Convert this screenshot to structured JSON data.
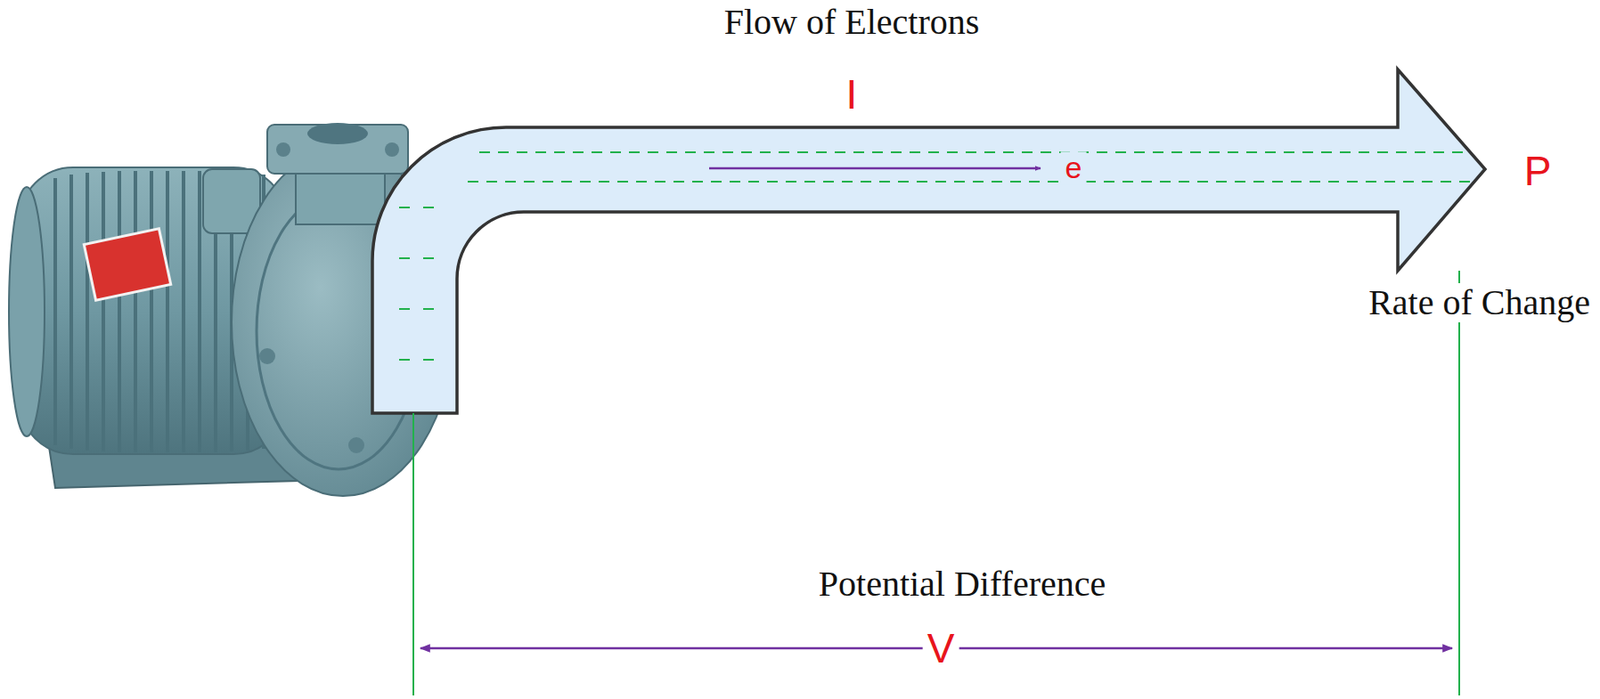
{
  "diagram": {
    "labels": [
      "Flow of Electrons",
      "I",
      "e",
      "P",
      "Rate of Change",
      "Potential Difference",
      "V"
    ]
  }
}
